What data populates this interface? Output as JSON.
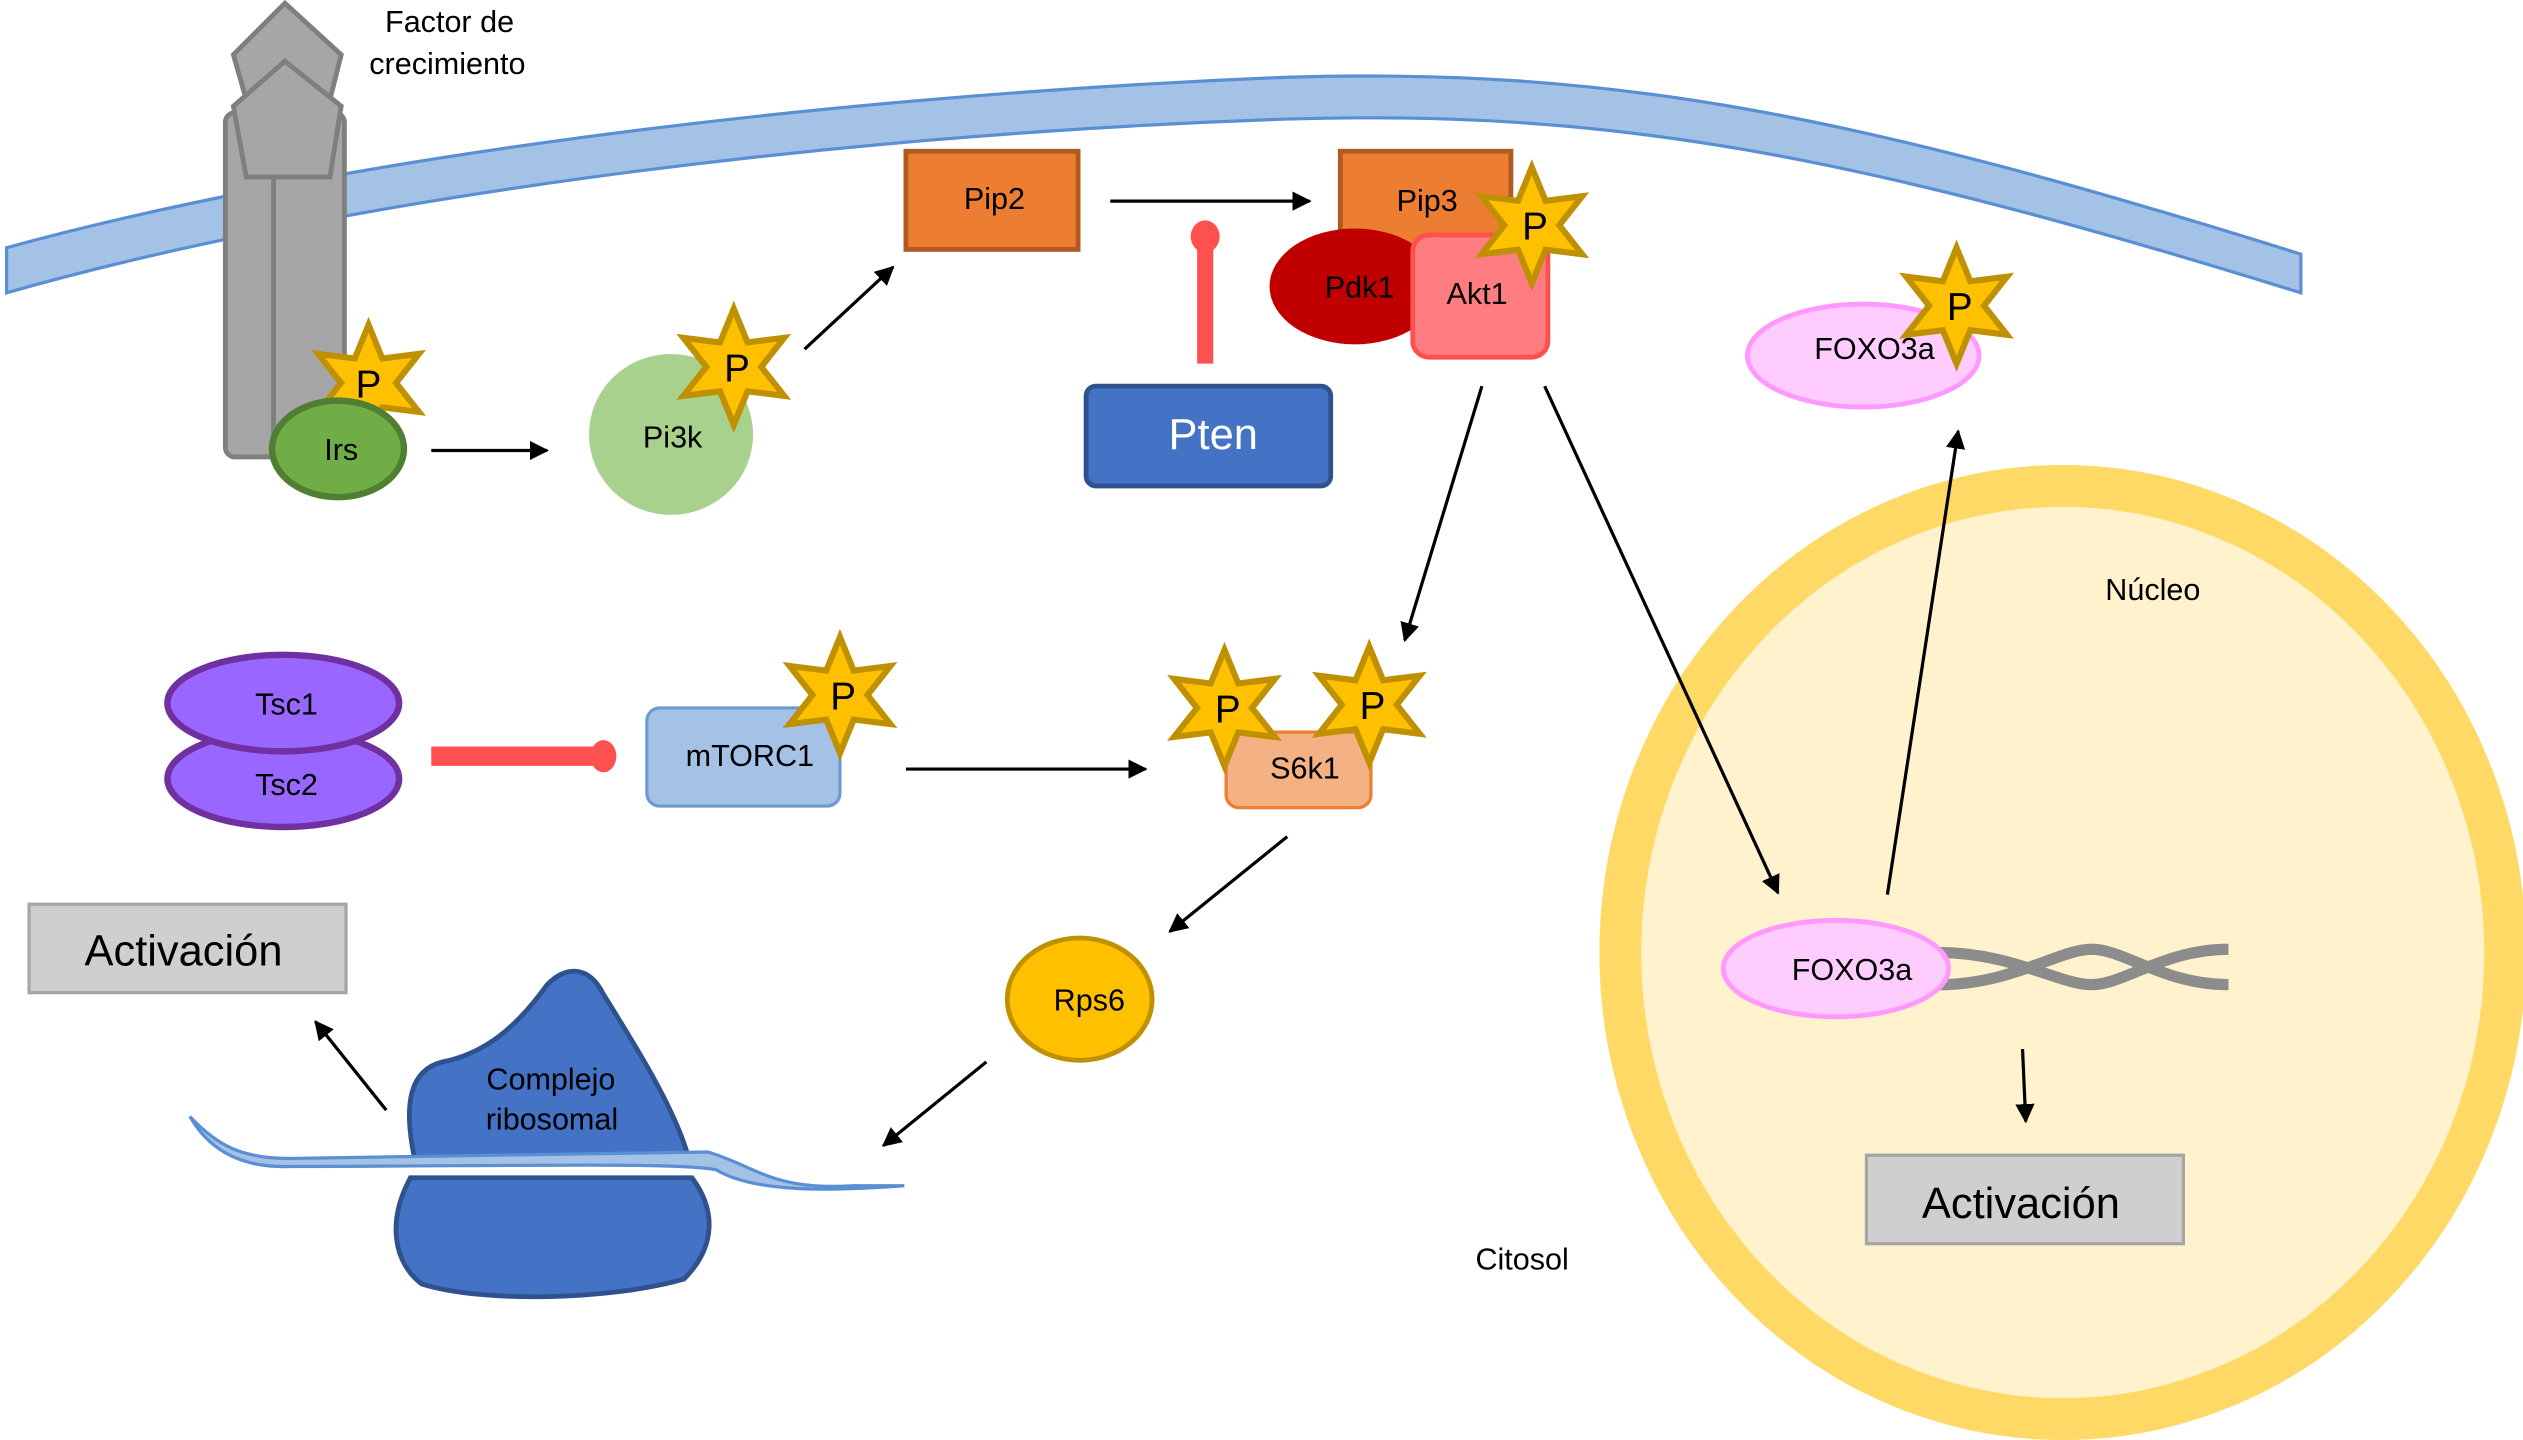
{
  "title": "Vía de señalización Pi3k / Akt / mTOR / FOXO3a",
  "labels": {
    "growth_factor": [
      "Factor de",
      "crecimiento"
    ],
    "irs": "Irs",
    "pi3k": "Pi3k",
    "pip2": "Pip2",
    "pip3": "Pip3",
    "pten": "Pten",
    "pdk1": "Pdk1",
    "akt1": "Akt1",
    "foxo3a_cyto": "FOXO3a",
    "foxo3a_nuc": "FOXO3a",
    "tsc1": "Tsc1",
    "tsc2": "Tsc2",
    "mtorc1": "mTORC1",
    "s6k1": "S6k1",
    "rps6": "Rps6",
    "ribosome": [
      "Complejo",
      "ribosomal"
    ],
    "activation_left": "Activación",
    "activation_nucleus": "Activación",
    "nucleus": "Núcleo",
    "cytosol": "Citosol",
    "phospho": "P"
  },
  "colors": {
    "membrane": "#a4c2e6",
    "membrane_stroke": "#5b8fd4",
    "receptor": "#a6a6a6",
    "receptor_stroke": "#7f7f7f",
    "irs": "#70ad47",
    "irs_stroke": "#507e32",
    "pi3k": "#a9d18e",
    "pip": "#ed7d31",
    "pip_stroke": "#ae5a21",
    "pten": "#4472c4",
    "pten_stroke": "#2f528f",
    "inhibit": "#ff5050",
    "pdk1": "#c00000",
    "akt1": "#ff7c80",
    "akt1_stroke": "#ff5050",
    "foxo": "#ffccff",
    "foxo_stroke": "#ff99ff",
    "tsc": "#9966ff",
    "tsc_stroke": "#7030a0",
    "mtorc1": "#a4c2e6",
    "mtorc1_stroke": "#6c9bd2",
    "s6k1": "#f4b183",
    "s6k1_stroke": "#ed7d31",
    "rps6": "#ffc000",
    "rps6_stroke": "#bf9000",
    "ribosome": "#4472c4",
    "ribosome_stroke": "#2f528f",
    "star": "#ffc000",
    "star_stroke": "#bf9000",
    "activation": "#cfcfcf",
    "activation_stroke": "#a6a6a6",
    "nucleus": "#fff2cc",
    "nucleus_stroke": "#ffd966",
    "dna": "#8c8c8c"
  }
}
